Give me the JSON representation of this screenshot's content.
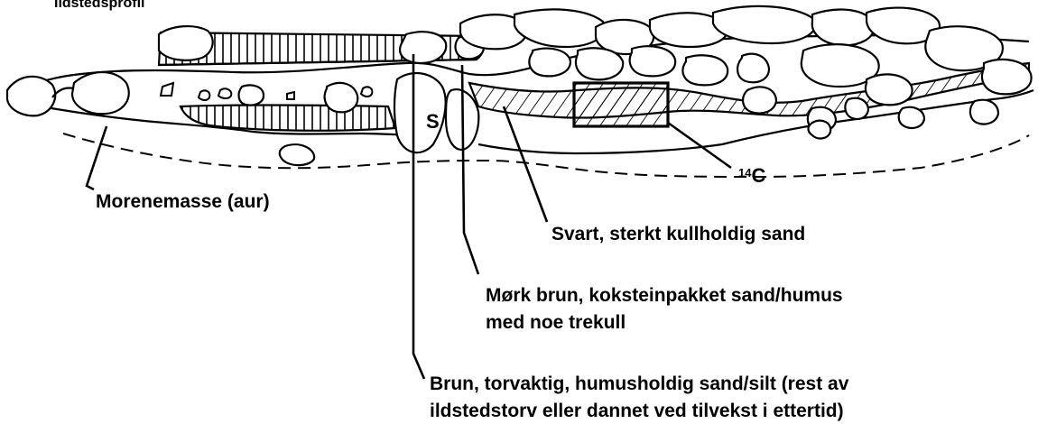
{
  "diagram": {
    "section_label": "S",
    "sample_label": "14C",
    "sample_label_super": "14",
    "sample_label_main": "C",
    "layers": [
      {
        "id": "morene",
        "label": "Morenemasse (aur)"
      },
      {
        "id": "svart",
        "label": "Svart, sterkt kullholdig sand"
      },
      {
        "id": "mork",
        "label_line1": "Mørk brun, koksteinpakket sand/humus",
        "label_line2": "med noe trekull"
      },
      {
        "id": "brun",
        "label_line1": "Brun, torvaktig, humusholdig sand/silt (rest av",
        "label_line2": "ildstedstorv eller dannet ved tilvekst i ettertid)"
      }
    ]
  }
}
